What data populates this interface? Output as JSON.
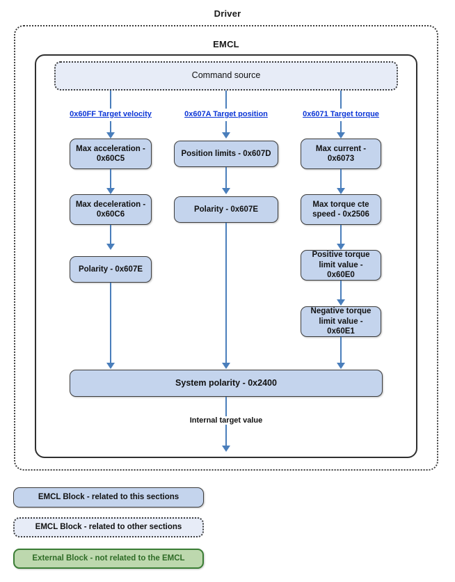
{
  "diagram": {
    "outer_title": "Driver",
    "inner_title": "EMCL",
    "command_source": "Command source",
    "internal_target_label": "Internal target value",
    "system_polarity": "System polarity - 0x2400",
    "colors": {
      "block_fill": "#c4d4ed",
      "block_border": "#3b3b3b",
      "pale_fill": "#e7ecf7",
      "external_fill": "#bdd8ae",
      "external_border": "#3a7d34",
      "external_text": "#2e6b26",
      "arrow": "#4a7ebb",
      "link_text": "#0b35d6"
    },
    "columns": [
      {
        "id": "velocity",
        "link": "0x60FF Target velocity",
        "nodes": [
          "Max acceleration - 0x60C5",
          "Max deceleration - 0x60C6",
          "Polarity - 0x607E"
        ]
      },
      {
        "id": "position",
        "link": "0x607A Target position",
        "nodes": [
          "Position limits - 0x607D",
          "Polarity - 0x607E"
        ]
      },
      {
        "id": "torque",
        "link": "0x6071 Target torque",
        "nodes": [
          "Max current - 0x6073",
          "Max torque cte speed - 0x2506",
          "Positive torque limit value - 0x60E0",
          "Negative torque limit value - 0x60E1"
        ]
      }
    ],
    "legend": [
      {
        "label": "EMCL Block - related to this sections",
        "style": "blue"
      },
      {
        "label": "EMCL Block - related to other sections",
        "style": "pale-dotted"
      },
      {
        "label": "External Block - not related to the EMCL",
        "style": "green"
      }
    ]
  }
}
